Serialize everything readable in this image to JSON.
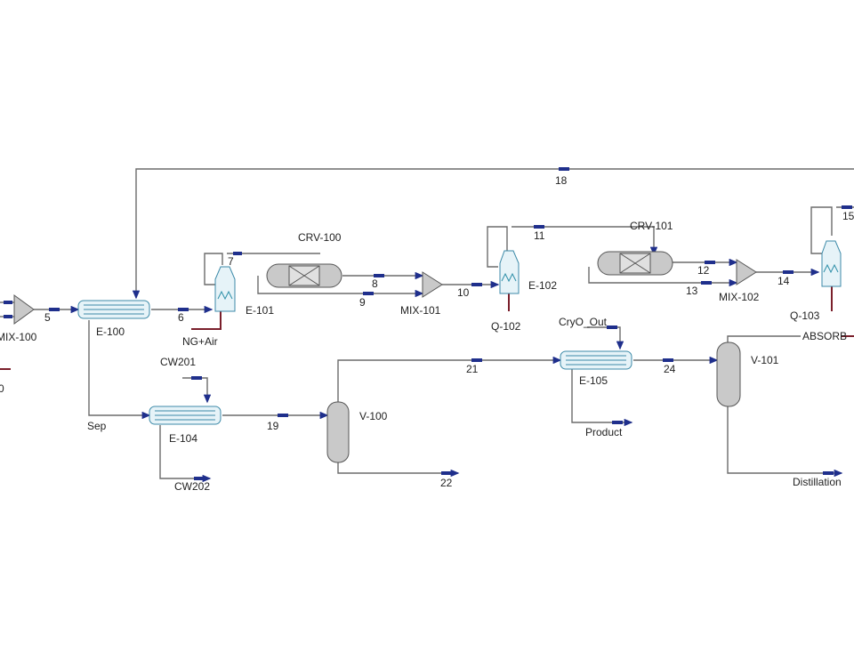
{
  "diagram": {
    "units": {
      "mix100": "MIX-100",
      "e100": "E-100",
      "e101": "E-101",
      "crv100": "CRV-100",
      "mix101": "MIX-101",
      "e102": "E-102",
      "crv101": "CRV-101",
      "mix102": "MIX-102",
      "e104": "E-104",
      "v100": "V-100",
      "e105": "E-105",
      "v101": "V-101",
      "absorber": "ABSORB"
    },
    "streams": {
      "s5": "5",
      "s6": "6",
      "s7": "7",
      "s8": "8",
      "s9": "9",
      "s10": "10",
      "s11": "11",
      "s12": "12",
      "s13": "13",
      "s14": "14",
      "s15": "15",
      "s18": "18",
      "s19": "19",
      "s21": "21",
      "s22": "22",
      "s24": "24",
      "sep": "Sep",
      "ngair": "NG+Air",
      "cw201": "CW201",
      "cw202": "CW202",
      "cryo_out": "CryO_Out",
      "product": "Product",
      "distillation": "Distillation",
      "q102": "Q-102",
      "q103": "Q-103",
      "left_edge": "0"
    },
    "colors": {
      "line": "#6b6b6b",
      "arrow": "#1f2f8c",
      "energy": "#7a1f2b",
      "exchanger": "#3c8aa8"
    }
  }
}
